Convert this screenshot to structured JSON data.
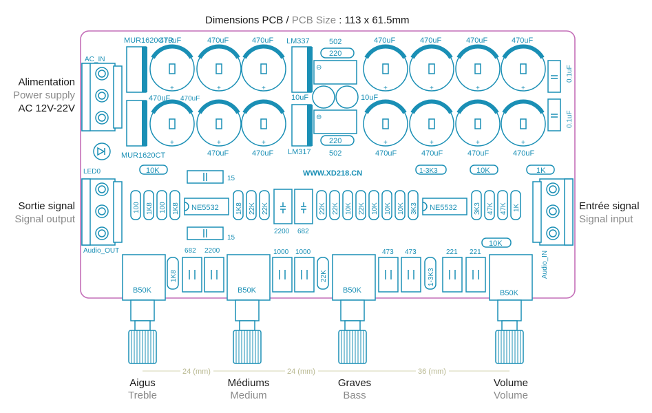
{
  "title": {
    "part1": "Dimensions PCB / ",
    "part2": "PCB Size",
    "part3": " : 113 x 61.5mm"
  },
  "power": {
    "fr": "Alimentation",
    "en": "Power supply",
    "spec": "AC 12V-22V"
  },
  "output": {
    "fr": "Sortie signal",
    "en": "Signal output"
  },
  "input": {
    "fr": "Entrée signal",
    "en": "Signal input"
  },
  "knobs": [
    {
      "fr": "Aigus",
      "en": "Treble",
      "pot": "B50K"
    },
    {
      "fr": "Médiums",
      "en": "Medium",
      "pot": "B50K"
    },
    {
      "fr": "Graves",
      "en": "Bass",
      "pot": "B50K"
    },
    {
      "fr": "Volume",
      "en": "Volume",
      "pot": "B50K"
    }
  ],
  "spacings": [
    "24 (mm)",
    "24 (mm)",
    "36 (mm)"
  ],
  "pcb": {
    "ac_in": "AC_IN",
    "mur_top": "MUR1620CTR",
    "mur_bottom": "MUR1620CT",
    "lm_top": "LM337",
    "lm_bottom": "LM317",
    "r502_top": "502",
    "r502_bottom": "502",
    "r220_top": "220",
    "r220_bottom": "220",
    "cap10_left": "10uF",
    "cap10_right": "10uF",
    "cap470": "470uF",
    "cap01_top": "0.1uF",
    "cap01_bottom": "0.1uF",
    "led": "LED0",
    "website": "WWW.XD218.CN",
    "audio_out": "Audio_OUT",
    "audio_in": "Audio_IN",
    "ic": "NE5532",
    "c15": "15",
    "r10k": "10K",
    "r1k": "1K",
    "r13k3": "1-3K3",
    "v100": "100",
    "v1k8": "1K8",
    "v22k": "22K",
    "v10k": "10K",
    "v3k3": "3K3",
    "v47k": "47K",
    "v1k": "1K",
    "v2200": "2200",
    "v682": "682",
    "v1000": "1000",
    "v473": "473",
    "v221": "221"
  }
}
